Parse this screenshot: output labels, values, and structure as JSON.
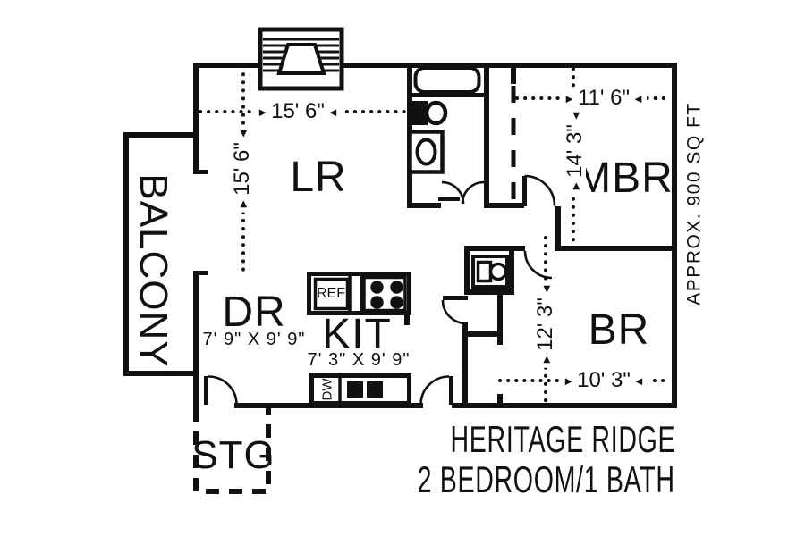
{
  "title": {
    "line1": "HERITAGE RIDGE",
    "line2": "2 BEDROOM/1 BATH"
  },
  "note": {
    "approx_area": "APPROX. 900 SQ FT"
  },
  "rooms": {
    "living": {
      "label": "LR"
    },
    "dining": {
      "label": "DR",
      "dims": "7' 9\" X 9' 9\""
    },
    "kitchen": {
      "label": "KIT",
      "dims": "7' 3\" X 9' 9\""
    },
    "master_bedroom": {
      "label": "MBR"
    },
    "bedroom": {
      "label": "BR"
    },
    "balcony": {
      "label": "BALCONY"
    },
    "storage": {
      "label": "STG"
    }
  },
  "appliances": {
    "refrigerator": "REF",
    "dishwasher": "DW"
  },
  "dimensions": {
    "lr_width": "15' 6\"",
    "lr_depth": "15' 6\"",
    "mbr_width": "11' 6\"",
    "mbr_depth": "14' 3\"",
    "br_width": "10' 3\"",
    "br_depth": "12' 3\""
  },
  "arrows": {
    "right": "►",
    "left": "◄"
  },
  "colors": {
    "ink": "#111111",
    "background": "#ffffff"
  }
}
